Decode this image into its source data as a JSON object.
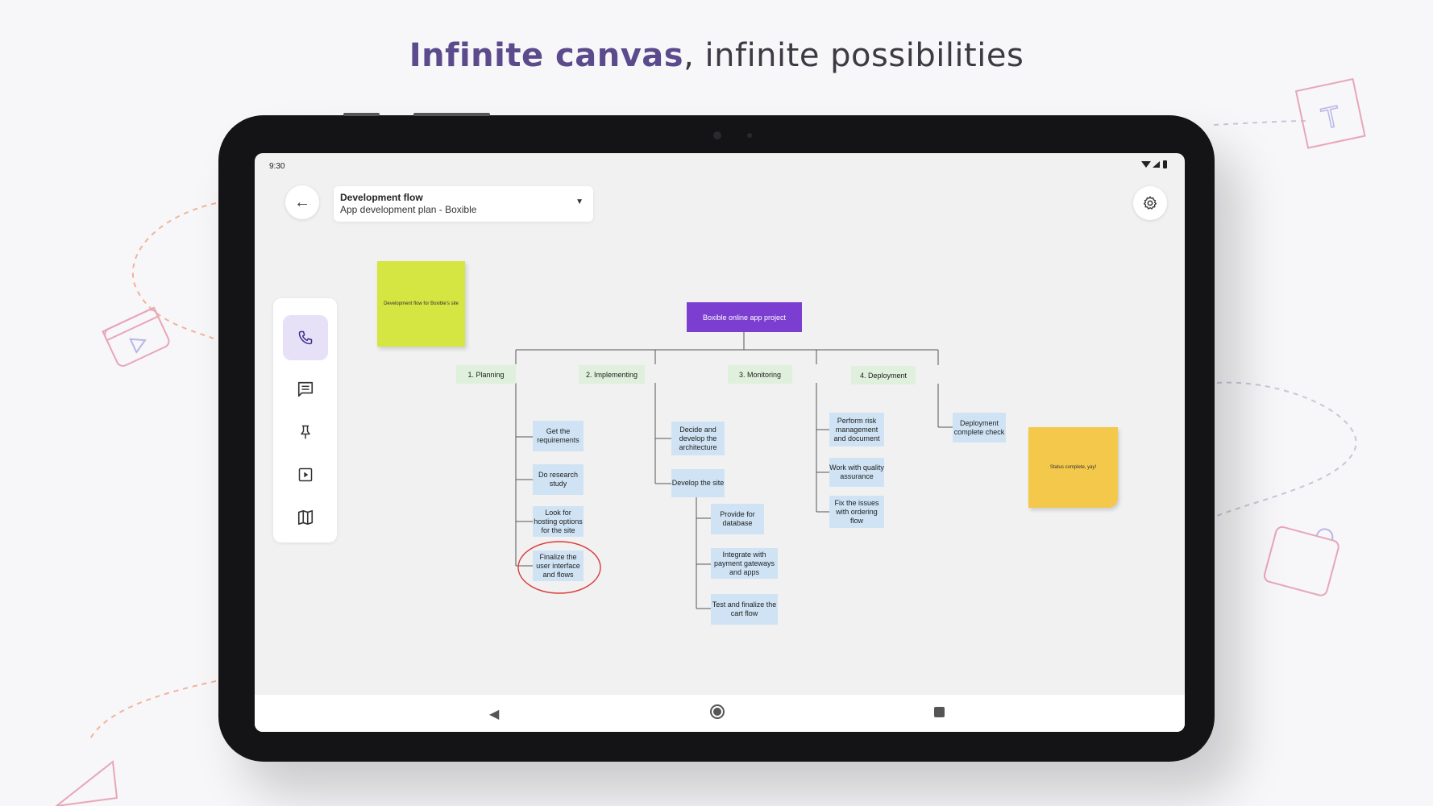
{
  "headline": {
    "accent": "Infinite canvas",
    "rest": ", infinite possibilities"
  },
  "status_bar": {
    "time": "9:30",
    "icons": "wifi-icon signal-icon battery-icon"
  },
  "header": {
    "title": "Development flow",
    "subtitle": "App development plan - Boxible"
  },
  "toolbar": {
    "items": [
      "phone-icon",
      "comment-icon",
      "pin-icon",
      "play-icon",
      "map-icon"
    ]
  },
  "stickies": {
    "green": "Development flow for Boxible's site",
    "yellow": "Status complete, yay!"
  },
  "flow": {
    "root": "Boxible online app project",
    "phases": [
      {
        "label": "1. Planning"
      },
      {
        "label": "2. Implementing"
      },
      {
        "label": "3. Monitoring"
      },
      {
        "label": "4. Deployment"
      }
    ],
    "tasks": {
      "planning": [
        "Get the requirements",
        "Do research study",
        "Look for hosting options for the site",
        "Finalize the user interface and flows"
      ],
      "implementing": [
        "Decide and develop the architecture",
        "Develop the site"
      ],
      "develop_site": [
        "Provide for database",
        "Integrate with payment gateways and apps",
        "Test and finalize the cart flow"
      ],
      "monitoring": [
        "Perform risk management and document",
        "Work with quality assurance",
        "Fix the issues with ordering flow"
      ],
      "deployment": [
        "Deployment complete check"
      ]
    }
  },
  "colors": {
    "accent": "#5b4a8c",
    "root_node": "#7b3ed1",
    "phase_node": "#dff0dc",
    "task_node": "#cfe3f4",
    "sticky_green": "#d5e542",
    "sticky_yellow": "#f3c84b"
  }
}
